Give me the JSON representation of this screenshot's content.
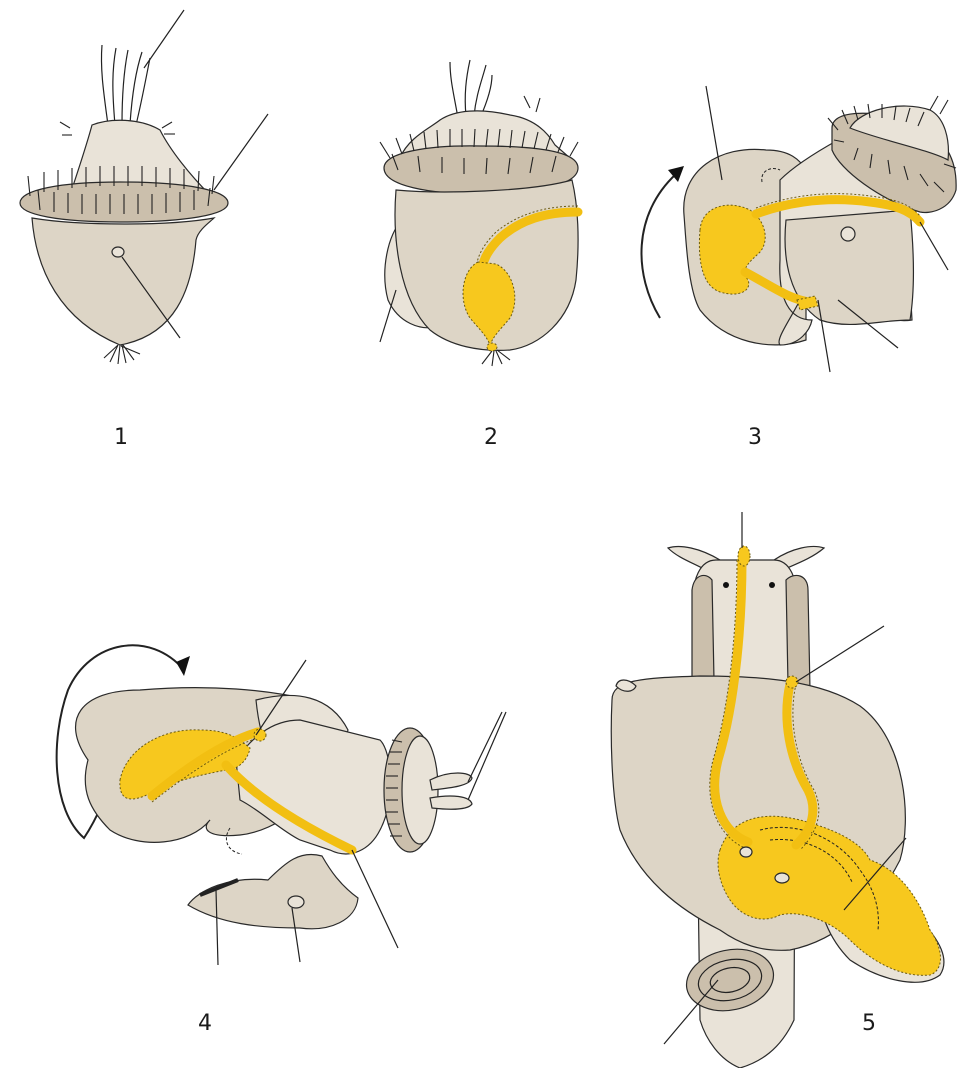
{
  "figure": {
    "stage_labels": [
      "1",
      "2",
      "3",
      "4",
      "5"
    ],
    "colors": {
      "body": "#ddd5c6",
      "gut": "#f7c81e",
      "outline": "#2a2a2a"
    }
  }
}
